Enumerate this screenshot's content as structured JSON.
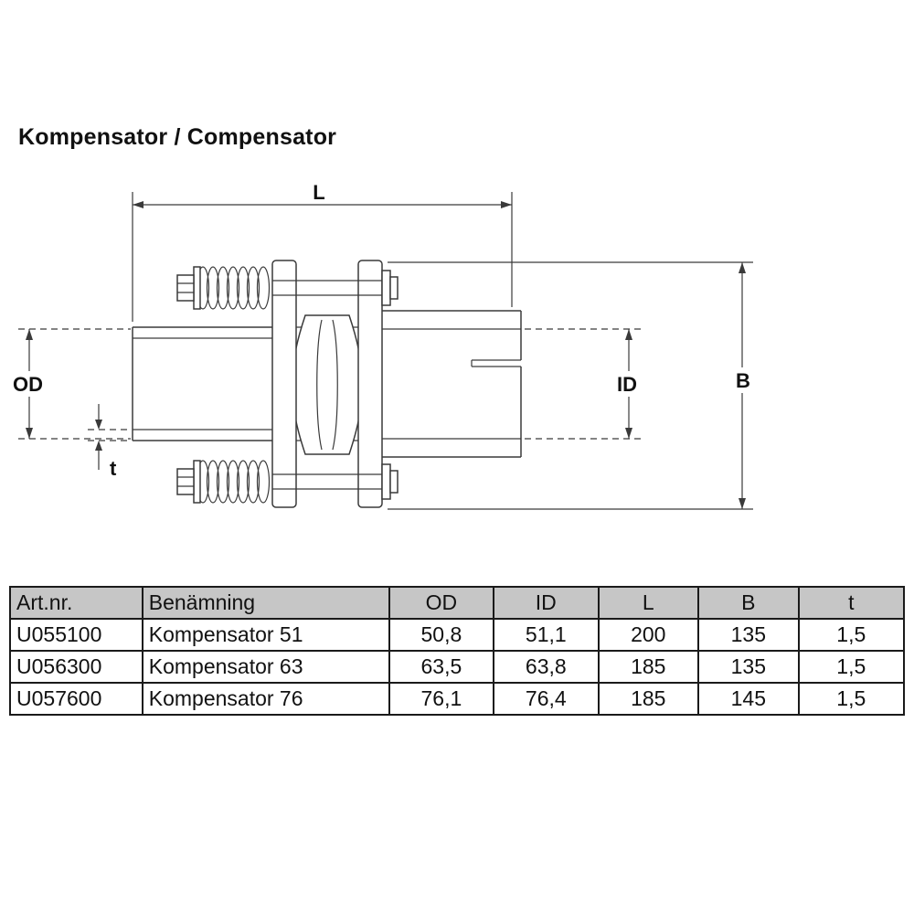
{
  "page": {
    "title": "Kompensator / Compensator"
  },
  "drawing": {
    "labels": {
      "L": "L",
      "OD": "OD",
      "ID": "ID",
      "B": "B",
      "t": "t"
    }
  },
  "table": {
    "headers": [
      "Art.nr.",
      "Benämning",
      "OD",
      "ID",
      "L",
      "B",
      "t"
    ],
    "rows": [
      [
        "U055100",
        "Kompensator 51",
        "50,8",
        "51,1",
        "200",
        "135",
        "1,5"
      ],
      [
        "U056300",
        "Kompensator 63",
        "63,5",
        "63,8",
        "185",
        "135",
        "1,5"
      ],
      [
        "U057600",
        "Kompensator 76",
        "76,1",
        "76,4",
        "185",
        "145",
        "1,5"
      ]
    ]
  },
  "colors": {
    "line": "#3a3a3a",
    "table_header_bg": "#c6c6c6",
    "text": "#111111"
  }
}
